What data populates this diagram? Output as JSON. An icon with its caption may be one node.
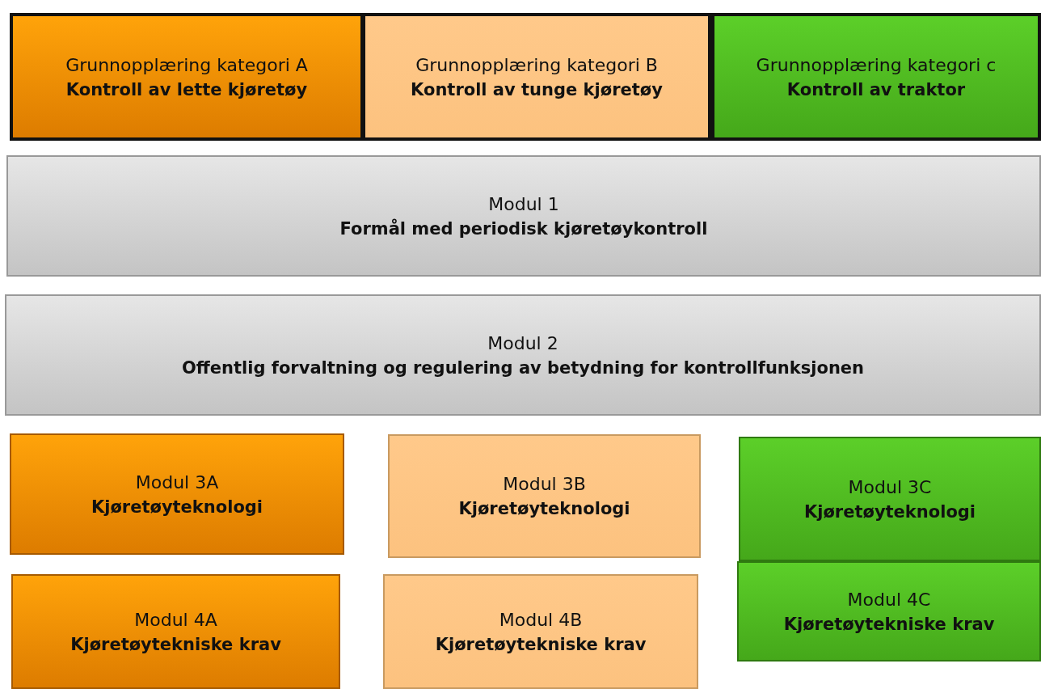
{
  "diagram": {
    "nodes": [
      {
        "text": [
          "Grunnopplæring kategori A",
          "Kontroll av lette kjøretøy"
        ]
      },
      {
        "text": [
          "Grunnopplæring kategori B",
          "Kontroll av tunge kjøretøy"
        ]
      },
      {
        "text": [
          "Grunnopplæring kategori c",
          "Kontroll av traktor"
        ]
      },
      {
        "text": [
          "Modul 1",
          "Formål med periodisk kjøretøykontroll"
        ]
      },
      {
        "text": [
          "Modul 2",
          "Offentlig forvaltning og regulering av betydning for kontrollfunksjonen"
        ]
      },
      {
        "text": [
          "Modul 3A",
          "Kjøretøyteknologi"
        ]
      },
      {
        "text": [
          "Modul 3B",
          "Kjøretøyteknologi"
        ]
      },
      {
        "text": [
          "Modul 3C",
          "Kjøretøyteknologi"
        ]
      },
      {
        "text": [
          "Modul 4A",
          "Kjøretøytekniske krav"
        ]
      },
      {
        "text": [
          "Modul 4B",
          "Kjøretøytekniske krav"
        ]
      },
      {
        "text": [
          "Modul 4C",
          "Kjøretøytekniske krav"
        ]
      }
    ]
  }
}
